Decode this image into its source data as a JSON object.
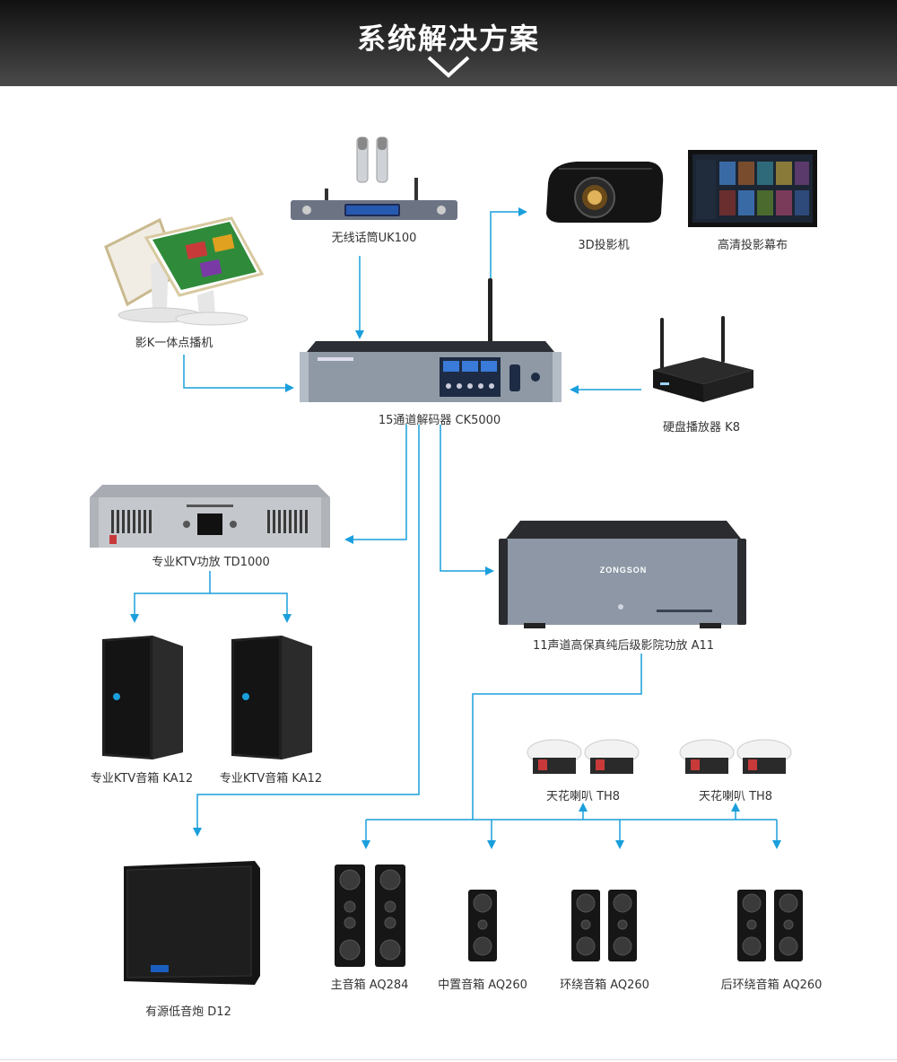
{
  "header": {
    "title": "系统解决方案"
  },
  "labels": {
    "mic": "无线话筒UK100",
    "projector": "3D投影机",
    "screen": "高清投影幕布",
    "player": "影K一体点播机",
    "decoder": "15通道解码器 CK5000",
    "hdd": "硬盘播放器 K8",
    "ktv_amp": "专业KTV功放 TD1000",
    "cinema_amp": "11声道高保真纯后级影院功放  A11",
    "ka12_left": "专业KTV音箱 KA12",
    "ka12_right": "专业KTV音箱 KA12",
    "th8_left": "天花喇叭 TH8",
    "th8_right": "天花喇叭 TH8",
    "sub": "有源低音炮 D12",
    "main_spk": "主音箱 AQ284",
    "center_spk": "中置音箱 AQ260",
    "surround_spk": "环绕音箱 AQ260",
    "rear_spk": "后环绕音箱 AQ260"
  },
  "device_text": {
    "cinema_brand": "ZONGSON"
  },
  "colors": {
    "wire": "#1a9fdc",
    "header_dark": "#111111"
  },
  "icons": [
    "chevron-down-icon"
  ]
}
